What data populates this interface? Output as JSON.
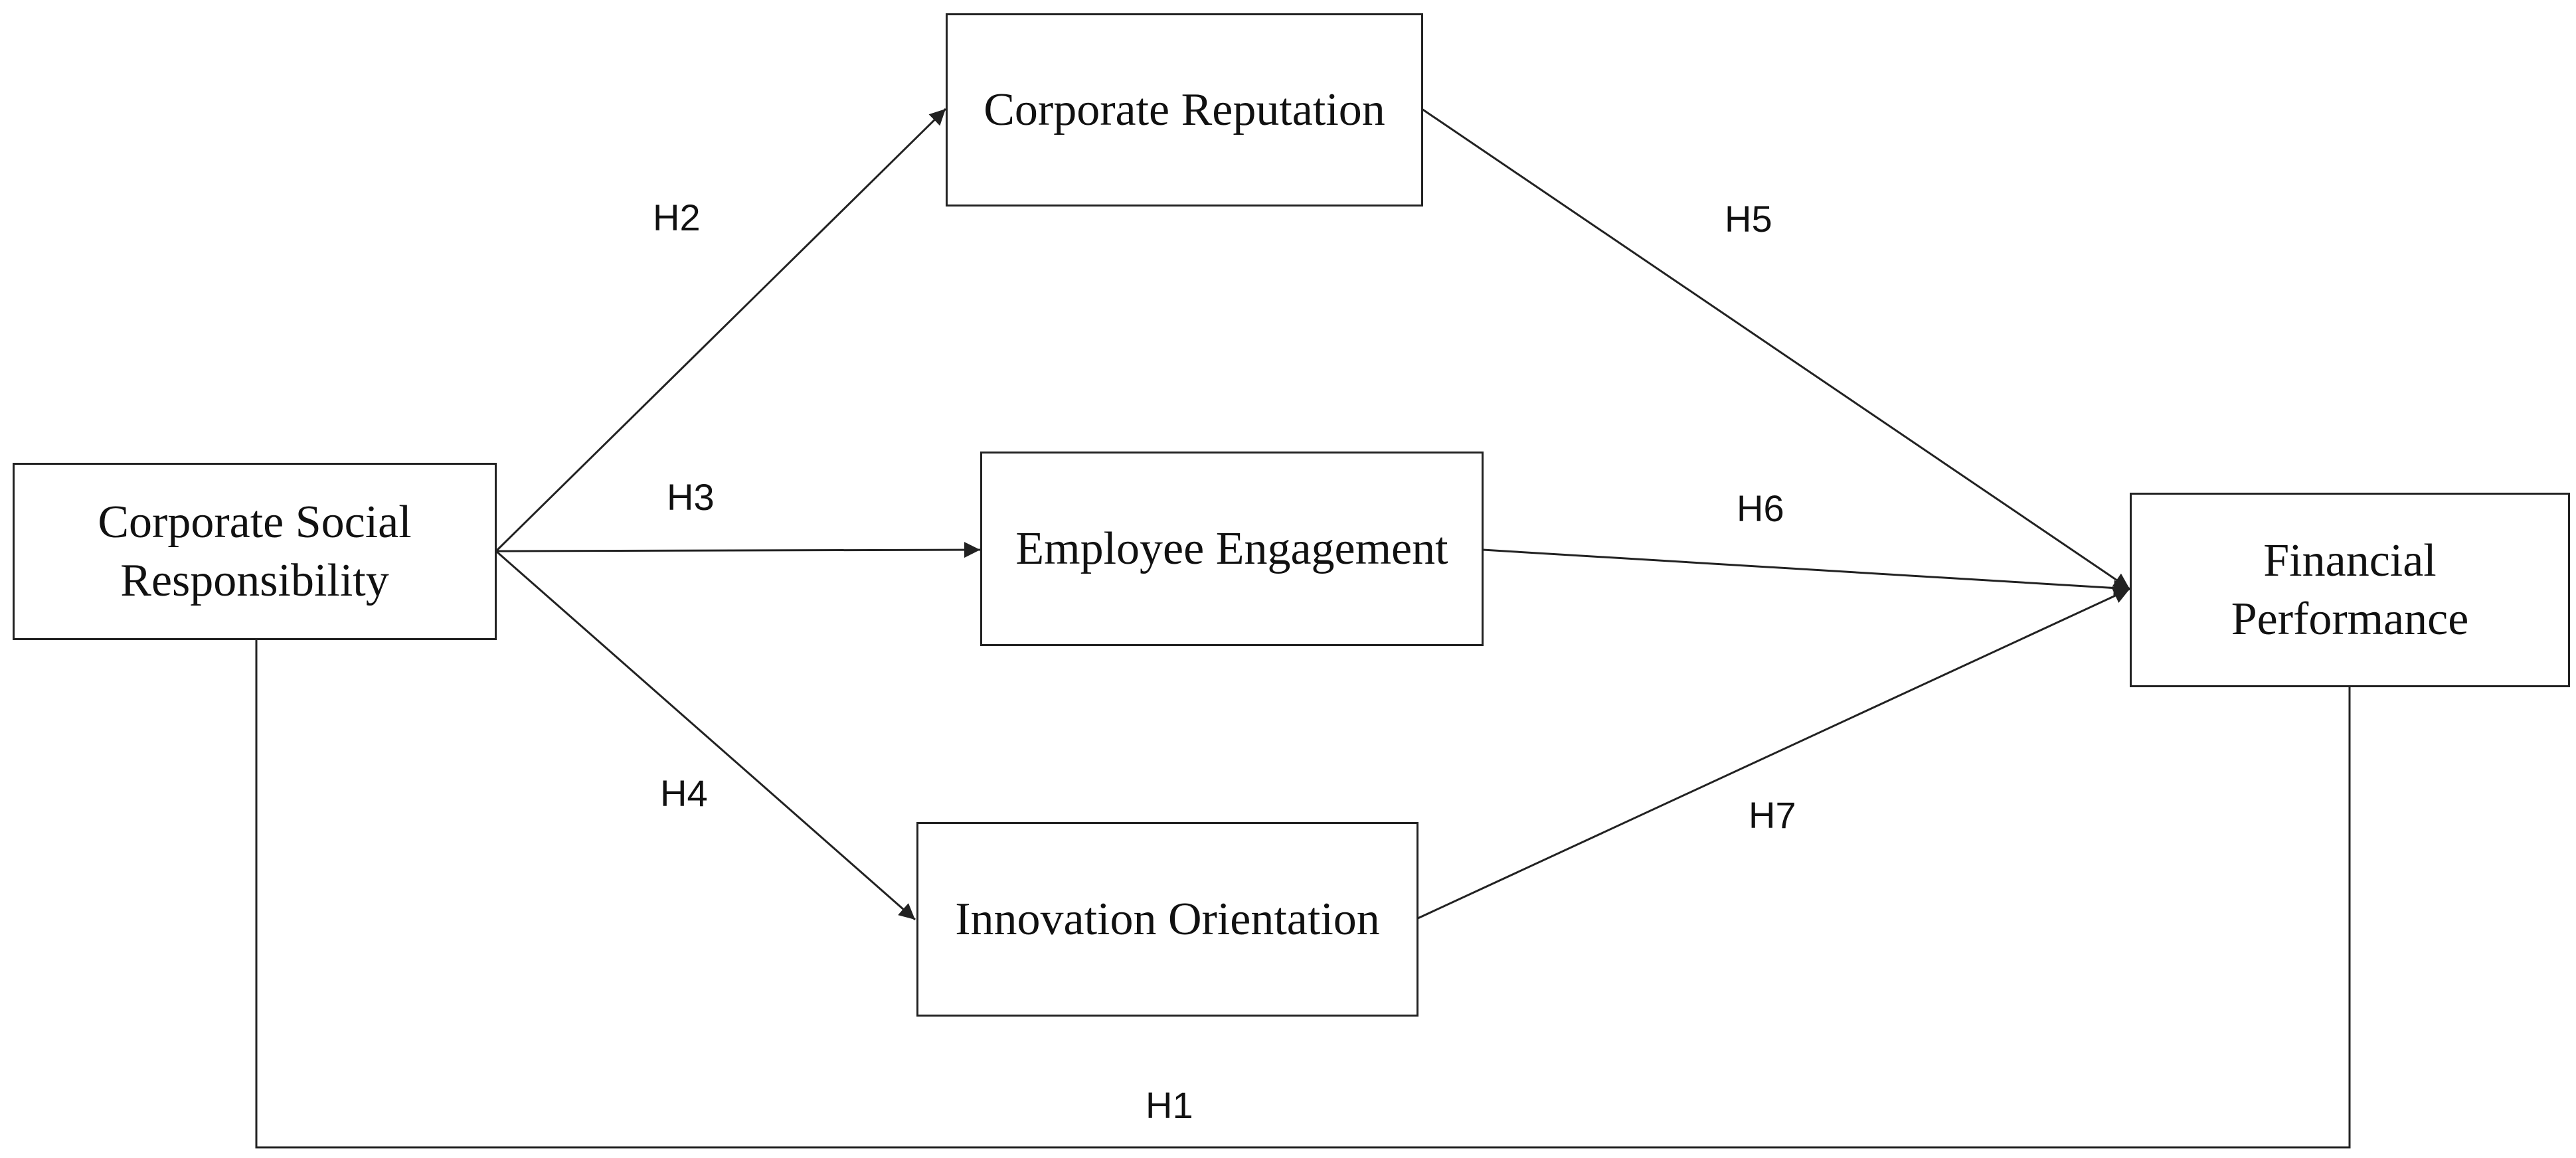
{
  "diagram": {
    "nodes": {
      "csr": "Corporate Social Responsibility",
      "reputation": "Corporate Reputation",
      "engagement": "Employee Engagement",
      "innovation": "Innovation Orientation",
      "financial": "Financial Performance"
    },
    "edges": [
      {
        "label": "H1",
        "from": "Corporate Social Responsibility",
        "to": "Financial Performance"
      },
      {
        "label": "H2",
        "from": "Corporate Social Responsibility",
        "to": "Corporate Reputation"
      },
      {
        "label": "H3",
        "from": "Corporate Social Responsibility",
        "to": "Employee Engagement"
      },
      {
        "label": "H4",
        "from": "Corporate Social Responsibility",
        "to": "Innovation Orientation"
      },
      {
        "label": "H5",
        "from": "Corporate Reputation",
        "to": "Financial Performance"
      },
      {
        "label": "H6",
        "from": "Employee Engagement",
        "to": "Financial Performance"
      },
      {
        "label": "H7",
        "from": "Innovation Orientation",
        "to": "Financial Performance"
      }
    ],
    "colors": {
      "line": "#222222",
      "text": "#111111",
      "background": "#ffffff"
    }
  }
}
